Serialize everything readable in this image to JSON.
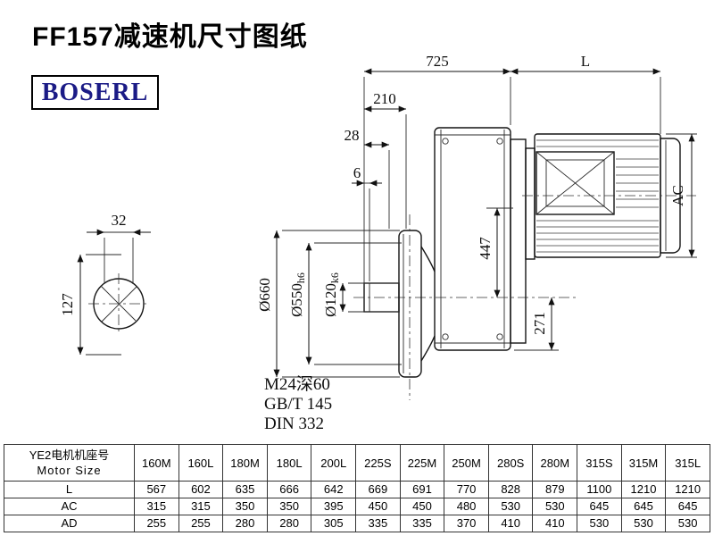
{
  "page": {
    "title": "FF157减速机尺寸图纸",
    "logo_text": "BOSERL"
  },
  "drawing": {
    "dim_725": "725",
    "dim_L": "L",
    "dim_210": "210",
    "dim_28": "28",
    "dim_6": "6",
    "dim_32": "32",
    "dim_127": "127",
    "dim_d660": "Ø660",
    "dim_d550": "Ø550",
    "dim_d550_tol": "h6",
    "dim_d120": "Ø120",
    "dim_d120_tol": "k6",
    "dim_447": "447",
    "dim_271": "271",
    "dim_AC": "AC",
    "note_thread": "M24深60",
    "note_gb": "GB/T 145",
    "note_din": "DIN 332"
  },
  "table": {
    "header_cn": "YE2电机机座号",
    "header_en": "Motor Size",
    "columns": [
      "160M",
      "160L",
      "180M",
      "180L",
      "200L",
      "225S",
      "225M",
      "250M",
      "280S",
      "280M",
      "315S",
      "315M",
      "315L"
    ],
    "rows": [
      {
        "label": "L",
        "values": [
          "567",
          "602",
          "635",
          "666",
          "642",
          "669",
          "691",
          "770",
          "828",
          "879",
          "1100",
          "1210",
          "1210"
        ]
      },
      {
        "label": "AC",
        "values": [
          "315",
          "315",
          "350",
          "350",
          "395",
          "450",
          "450",
          "480",
          "530",
          "530",
          "645",
          "645",
          "645"
        ]
      },
      {
        "label": "AD",
        "values": [
          "255",
          "255",
          "280",
          "280",
          "305",
          "335",
          "335",
          "370",
          "410",
          "410",
          "530",
          "530",
          "530"
        ]
      }
    ]
  }
}
